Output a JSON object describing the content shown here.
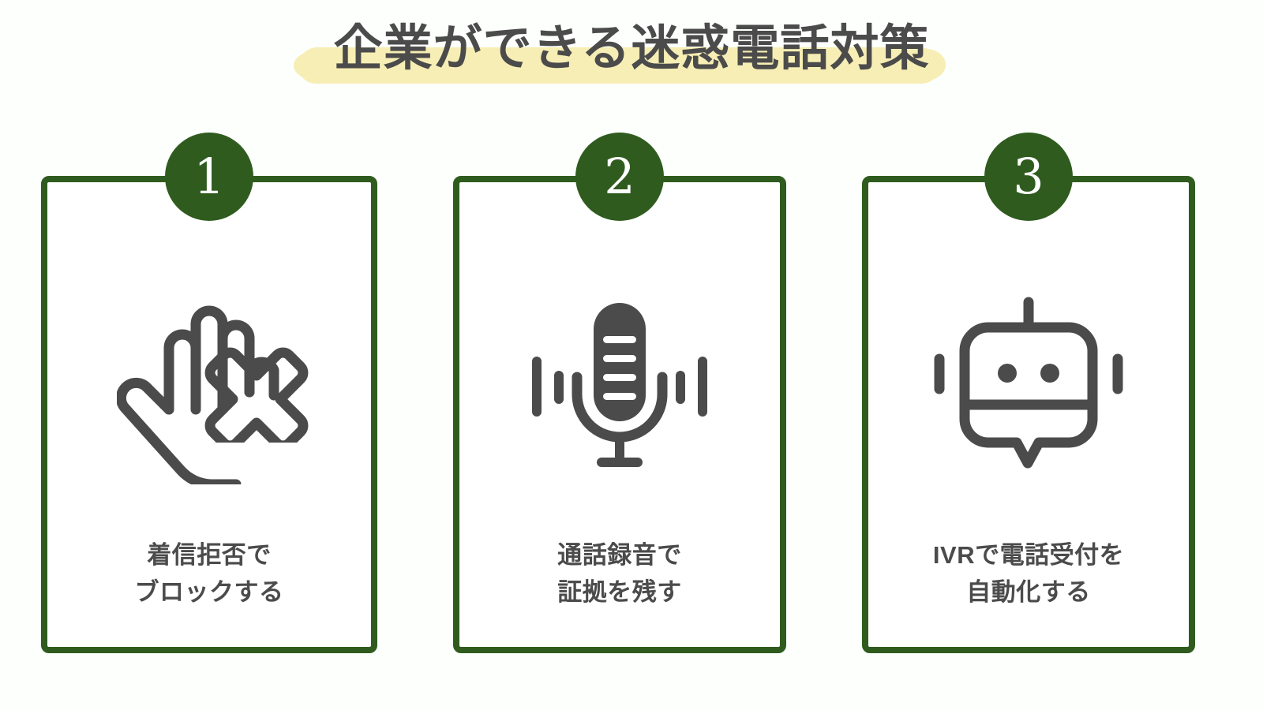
{
  "page": {
    "background_color": "#fdfffd",
    "title": "企業ができる迷惑電話対策",
    "title_color": "#4b4b4b",
    "highlight_color": "#f6eeb4",
    "accent_green": "#2f5c1e",
    "icon_color": "#4b4b4b"
  },
  "cards": [
    {
      "number": "1",
      "icon": "hand-block-icon",
      "caption_line1": "着信拒否で",
      "caption_line2": "ブロックする"
    },
    {
      "number": "2",
      "icon": "microphone-recording-icon",
      "caption_line1": "通話録音で",
      "caption_line2": "証拠を残す"
    },
    {
      "number": "3",
      "icon": "robot-chatbot-icon",
      "caption_line1": "IVRで電話受付を",
      "caption_line2": "自動化する"
    }
  ]
}
